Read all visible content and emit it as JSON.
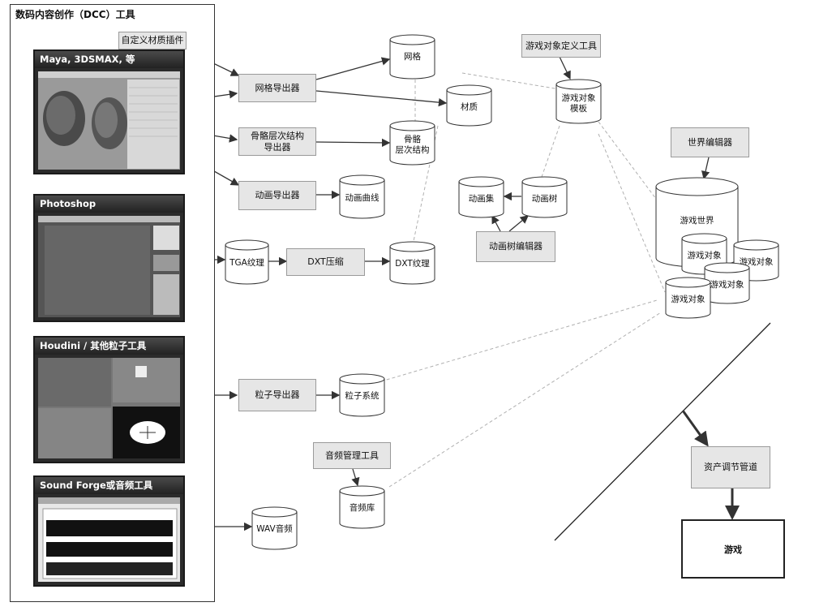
{
  "dcc": {
    "title": "数码内容创作（DCC）工具",
    "tools": [
      {
        "name": "Maya, 3DSMAX, 等"
      },
      {
        "name": "Photoshop"
      },
      {
        "name": "Houdini / 其他粒子工具"
      },
      {
        "name": "Sound Forge或音频工具"
      }
    ]
  },
  "boxes": {
    "custom_material_plugin": "自定义材质插件",
    "mesh_exporter": "网格导出器",
    "skeleton_exporter": "骨骼层次结构\n导出器",
    "animation_exporter": "动画导出器",
    "dxt_compress": "DXT压缩",
    "particle_exporter": "粒子导出器",
    "audio_manager": "音频管理工具",
    "anim_tree_editor": "动画树编辑器",
    "game_object_def_tool": "游戏对象定义工具",
    "world_editor": "世界编辑器",
    "asset_conditioning": "资产调节管道",
    "game": "游戏"
  },
  "stores": {
    "mesh": "网格",
    "material": "材质",
    "skeleton": "骨骼\n层次结构",
    "anim_curve": "动画曲线",
    "tga_texture": "TGA纹理",
    "dxt_texture": "DXT纹理",
    "anim_set": "动画集",
    "anim_tree": "动画树",
    "game_obj_template": "游戏对象\n模板",
    "game_world": "游戏世界",
    "game_obj_1": "游戏对象",
    "game_obj_2": "游戏对象",
    "game_obj_3": "游戏对象",
    "game_obj_4": "游戏对象",
    "particle_system": "粒子系统",
    "audio_lib": "音频库",
    "wav_audio": "WAV音频"
  },
  "colors": {
    "box_fill": "#e6e6e6",
    "box_border": "#9a9a9a",
    "arrow": "#333333",
    "dashed": "#b0b0b0",
    "tool_header": "#2b2b2b"
  }
}
